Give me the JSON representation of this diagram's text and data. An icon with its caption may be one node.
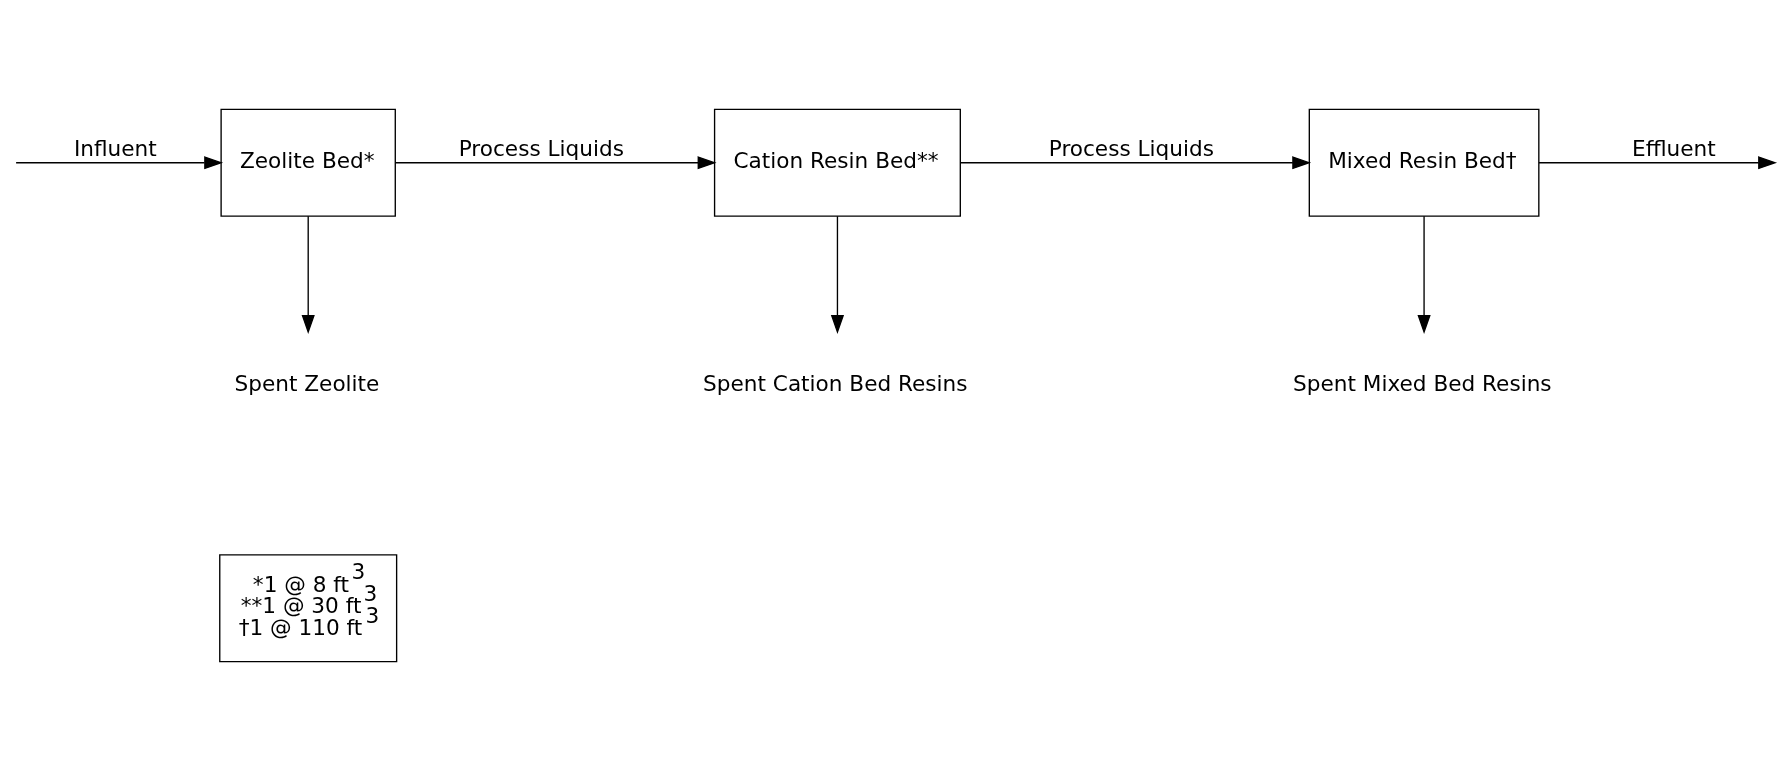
{
  "diagram": {
    "nodes": [
      {
        "text": [
          "Zeolite Bed*"
        ]
      },
      {
        "text": [
          "Cation Resin Bed**"
        ]
      },
      {
        "text": [
          "Mixed Resin Bed†"
        ]
      },
      {
        "text": [
          "Spent Zeolite"
        ]
      },
      {
        "text": [
          "Spent Cation Bed Resins"
        ]
      },
      {
        "text": [
          "Spent Mixed Bed Resins"
        ]
      },
      {
        "text": [
          "*1 @ 8 ft$^{3}$",
          "**1 @ 30 ft$^{3}$",
          "†1 @ 110 ft$^{3}$"
        ]
      }
    ],
    "edges": [
      {
        "from": null,
        "to": 0,
        "arrow": "to",
        "label": "Influent"
      },
      {
        "from": 0,
        "to": 1,
        "arrow": "to",
        "label": "Process Liquids"
      },
      {
        "from": 1,
        "to": 2,
        "arrow": "to",
        "label": "Process Liquids"
      },
      {
        "from": 2,
        "to": null,
        "arrow": "to",
        "label": "Effluent"
      },
      {
        "from": 0,
        "to": 3,
        "arrow": "to"
      },
      {
        "from": 1,
        "to": 4,
        "arrow": "to"
      },
      {
        "from": 2,
        "to": 5,
        "arrow": "to"
      }
    ]
  }
}
